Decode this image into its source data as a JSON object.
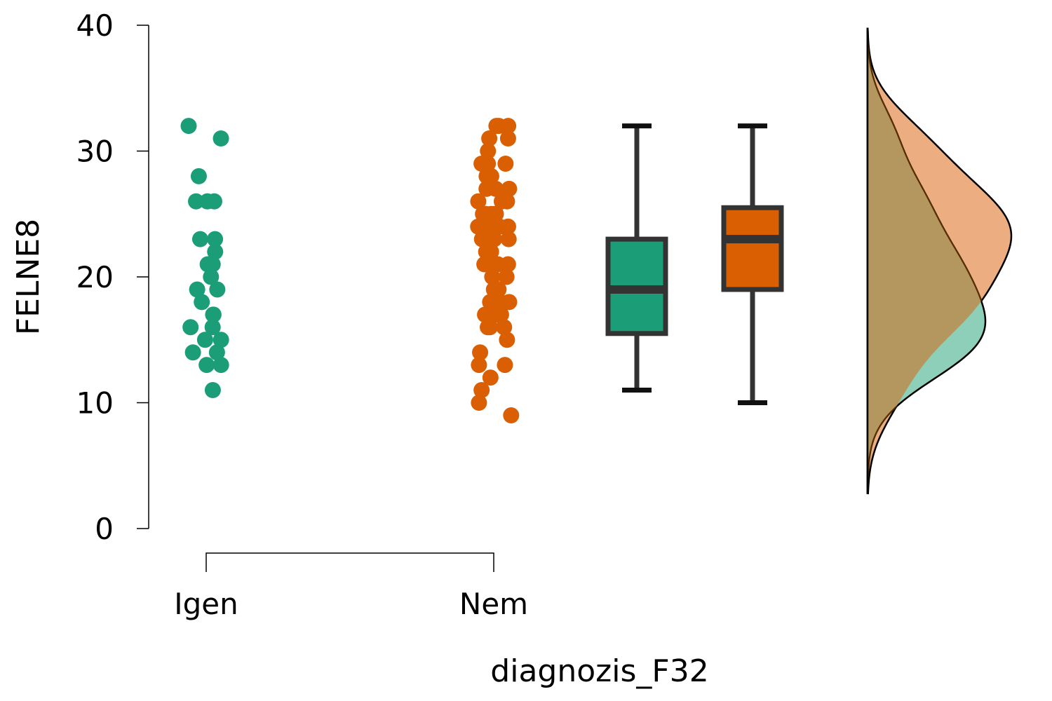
{
  "chart_data": {
    "type": "raincloud",
    "xlabel": "diagnozis_F32",
    "ylabel": "FELNE8",
    "ylim": [
      0,
      40
    ],
    "yticks": [
      "0",
      "10",
      "20",
      "30",
      "40"
    ],
    "categories": [
      "Igen",
      "Nem"
    ],
    "colors": {
      "Igen": "#1b9e77",
      "Nem": "#d95f02",
      "Igen_density": "#8ecfb9",
      "Nem_density": "#ecae80",
      "overlap": "#b3975e"
    },
    "series": [
      {
        "name": "Igen",
        "values": [
          32,
          31,
          28,
          26,
          26,
          26,
          23,
          23,
          22,
          21,
          21,
          20,
          19,
          19,
          18,
          17,
          17,
          16,
          16,
          15,
          15,
          14,
          14,
          13,
          13,
          11
        ],
        "box": {
          "min": 11,
          "q1": 15.5,
          "median": 19,
          "q3": 23,
          "max": 32
        }
      },
      {
        "name": "Nem",
        "values": [
          32,
          32,
          32,
          31,
          31,
          30,
          29,
          29,
          29,
          28,
          28,
          27,
          27,
          27,
          26,
          26,
          26,
          25,
          25,
          25,
          25,
          25,
          24,
          24,
          24,
          24,
          24,
          23,
          23,
          23,
          23,
          22,
          22,
          22,
          22,
          21,
          21,
          21,
          21,
          20,
          20,
          19,
          19,
          19,
          19,
          18,
          18,
          18,
          17,
          17,
          17,
          17,
          16,
          16,
          16,
          15,
          14,
          13,
          13,
          12,
          11,
          10,
          9
        ],
        "box": {
          "min": 10,
          "q1": 19,
          "median": 23,
          "q3": 25.5,
          "max": 32
        }
      }
    ]
  }
}
